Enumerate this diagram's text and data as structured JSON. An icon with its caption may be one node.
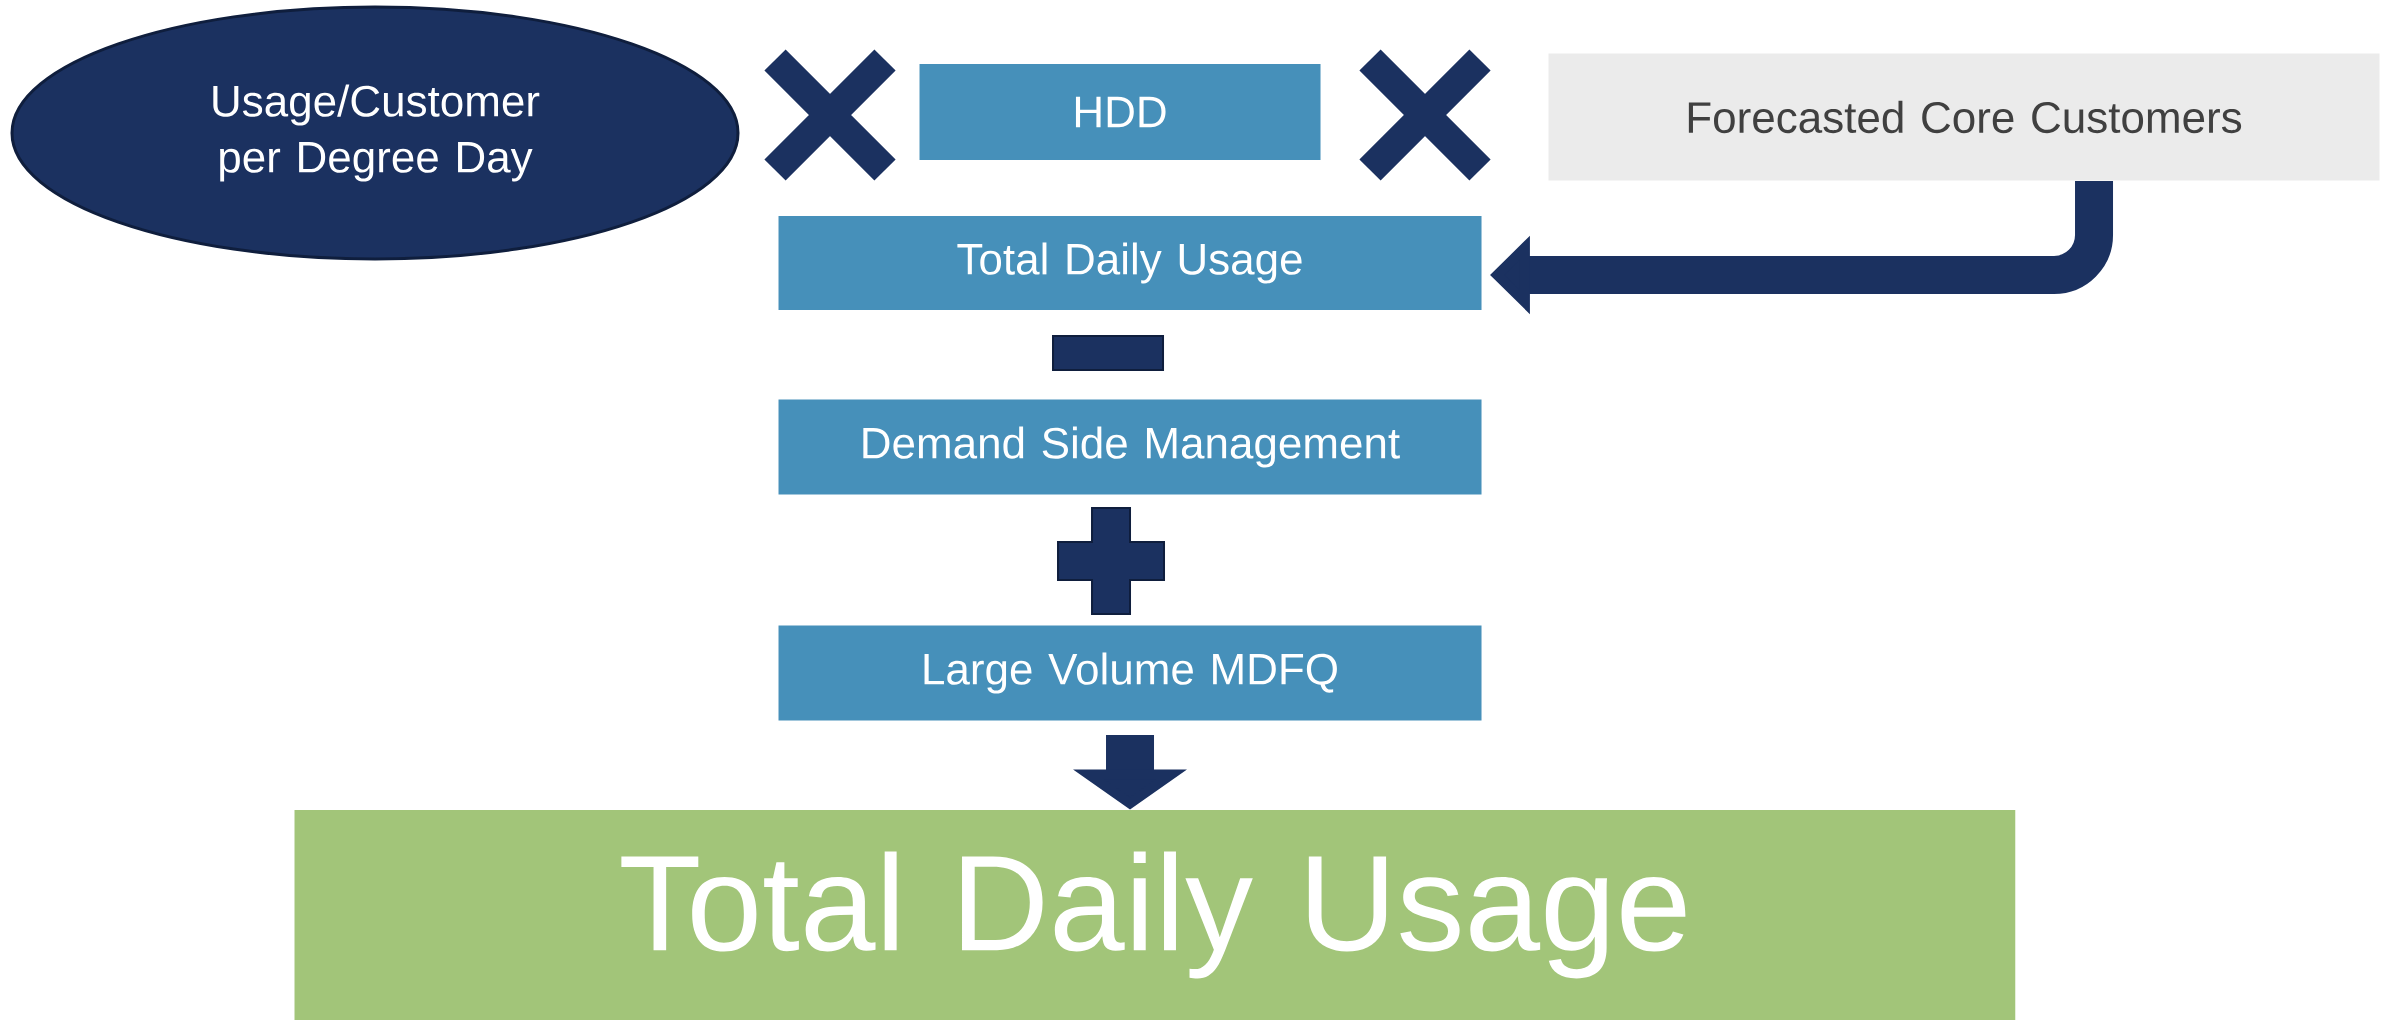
{
  "diagram": {
    "nodes": [
      {
        "text": [
          "Usage/Customer per Degree Day"
        ]
      },
      {
        "text": [],
        "shape": "cross"
      },
      {
        "text": [
          "HDD"
        ]
      },
      {
        "text": [],
        "shape": "cross"
      },
      {
        "text": [
          "Forecasted Core Customers"
        ]
      },
      {
        "text": [
          "Total Daily Usage"
        ]
      },
      {
        "text": [],
        "shape": "minus"
      },
      {
        "text": [
          "Demand Side Management"
        ]
      },
      {
        "text": [],
        "shape": "plus"
      },
      {
        "text": [
          "Large Volume MDFQ"
        ]
      },
      {
        "text": [
          "Total Daily Usage"
        ]
      }
    ],
    "edges": [
      {
        "from": 4,
        "to": 5,
        "arrow": "to"
      },
      {
        "from": 9,
        "to": 10,
        "arrow": "to"
      }
    ]
  }
}
